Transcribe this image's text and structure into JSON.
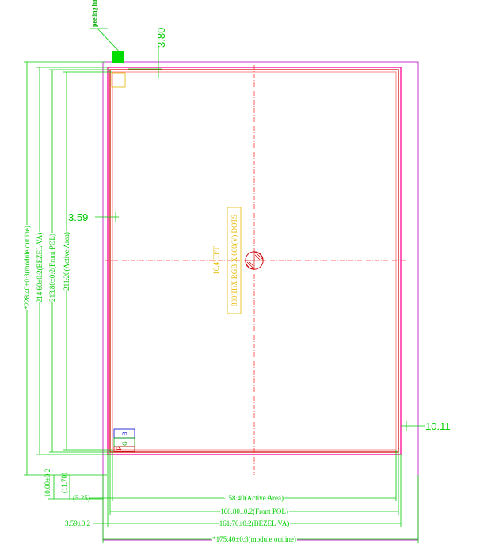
{
  "labels": {
    "peeling_handle": "peeling handle",
    "top_offset": "3.80",
    "left_offset": "3.59",
    "right_offset": "10.11",
    "module_outline_height": "*228.40±0.3(module outline)",
    "bezel_va_height": "214.60±0.2(BEZEL VA)",
    "front_pol_height": "213.80±0.2(Front POL)",
    "active_area_height": "211.20(Active Area)",
    "bottom_10": "10.00±0.2",
    "bottom_1170": "(11.70)",
    "bottom_525": "(5.25)",
    "bottom_359": "3.59±0.2",
    "active_area_width": "158.40(Active Area)",
    "front_pol_width": "160.80±0.2(Front POL)",
    "bezel_va_width": "161.70±0.2(BEZEL VA)",
    "module_outline_width": "*175.40±0.3(module outline)",
    "panel_size": "10.4\"TFT",
    "panel_resolution": "800(H)X RGB X 600(V) DOTS",
    "rgb_r": "R",
    "rgb_g": "G",
    "rgb_b": "B"
  },
  "colors": {
    "dimension": "#00cc00",
    "module_outline": "#cc33cc",
    "bezel": "#cc0000",
    "center_line": "#ff3333",
    "panel_text": "#e6b800",
    "handle": "#00dd00"
  }
}
